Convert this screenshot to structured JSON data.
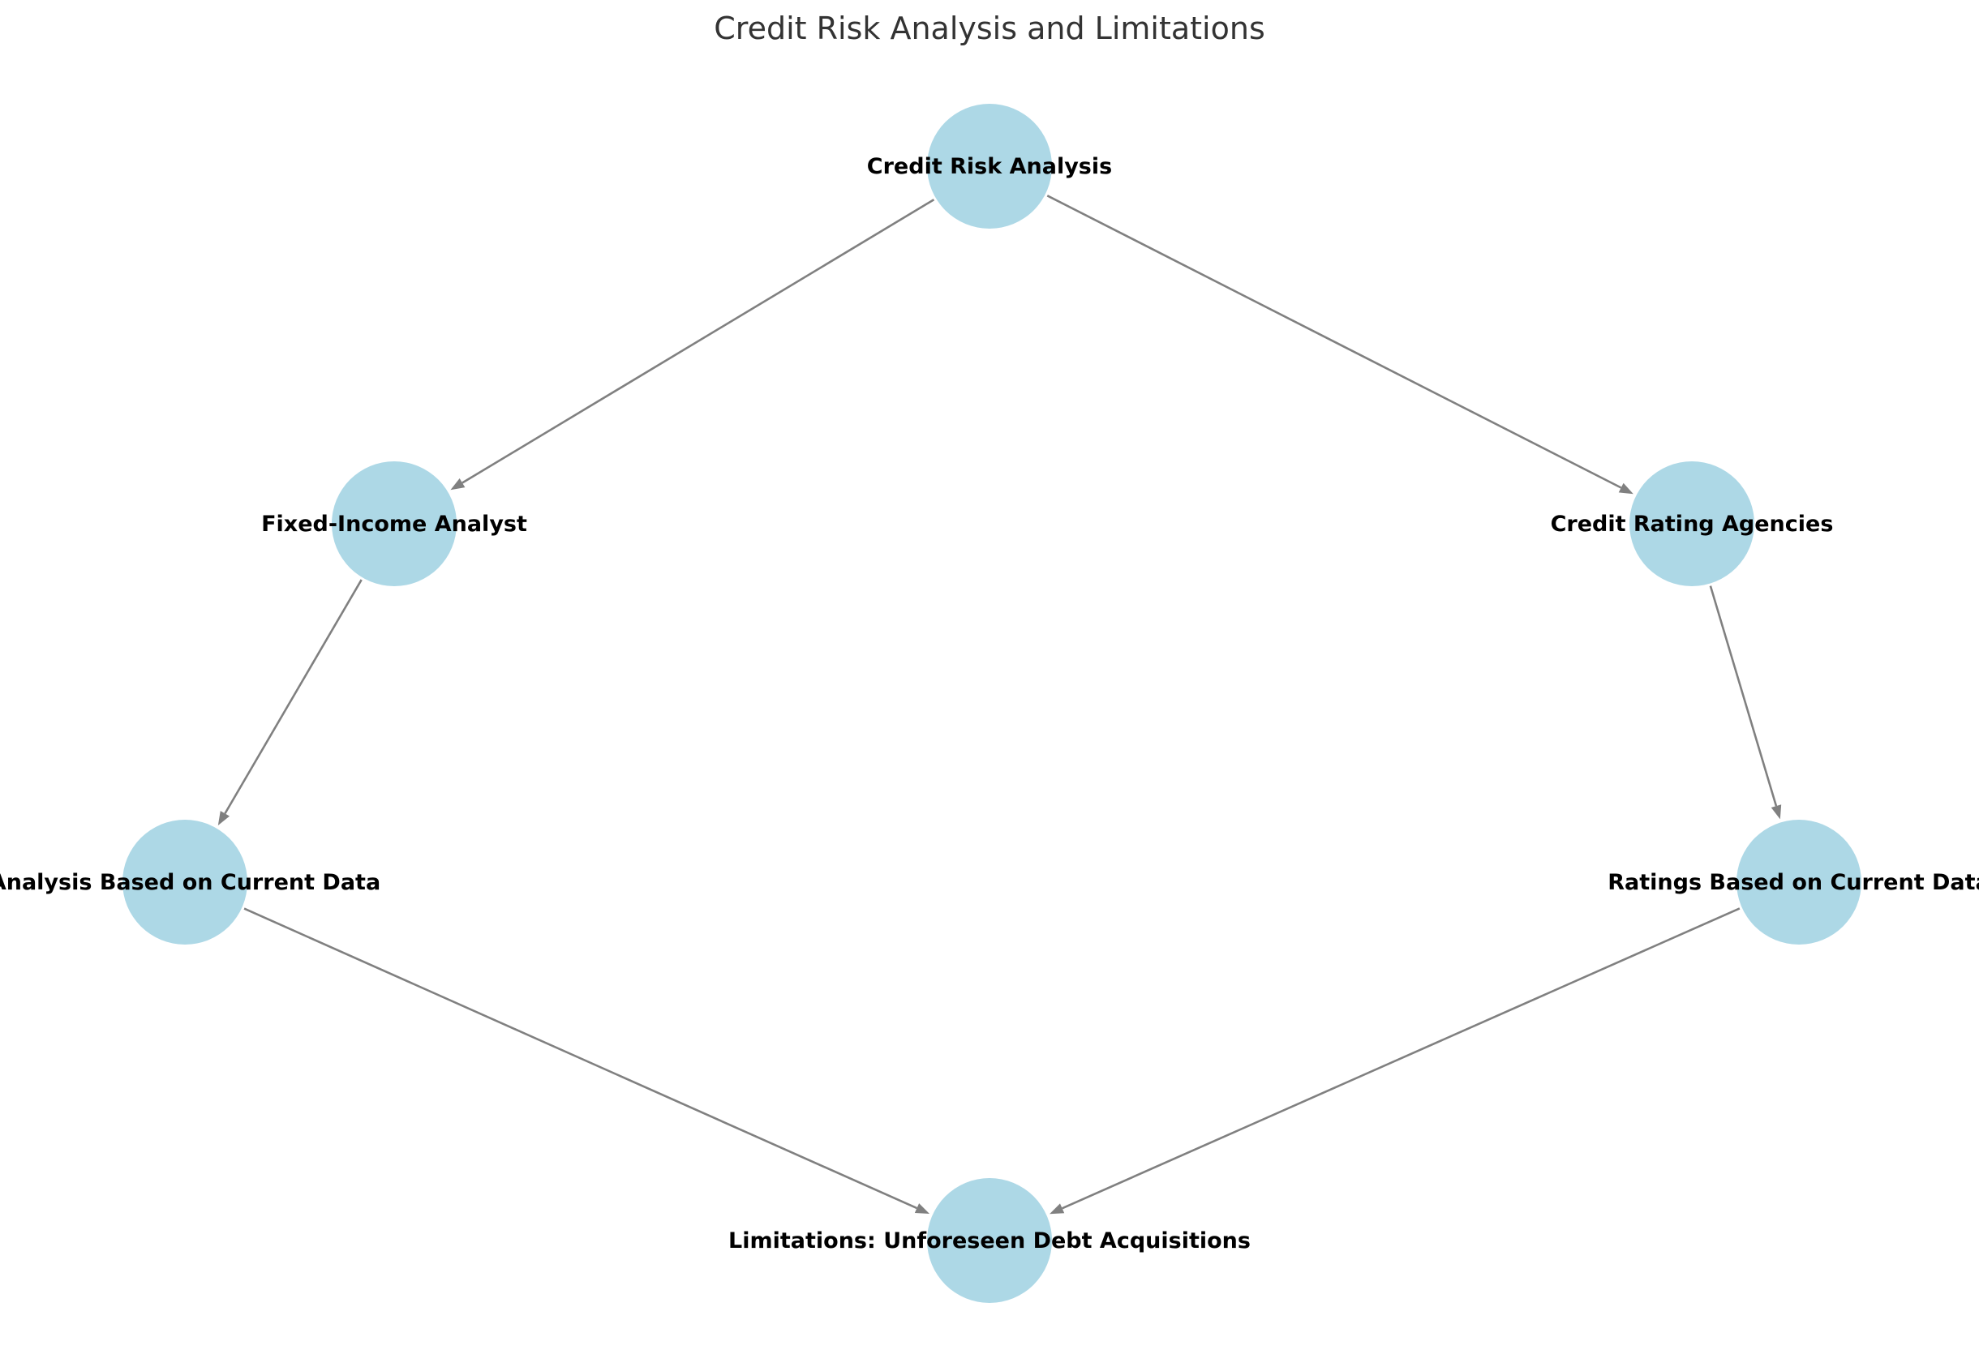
{
  "diagram": {
    "title": "Credit Risk Analysis and Limitations",
    "colors": {
      "node_fill": "#add8e6",
      "edge": "#808080",
      "label": "#000000",
      "title": "#333333"
    },
    "nodes": [
      {
        "id": "credit-risk-analysis",
        "label": "Credit Risk Analysis"
      },
      {
        "id": "fixed-income-analyst",
        "label": "Fixed-Income Analyst"
      },
      {
        "id": "credit-rating-agencies",
        "label": "Credit Rating Agencies"
      },
      {
        "id": "analysis-current-data",
        "label": "Analysis Based on Current Data"
      },
      {
        "id": "ratings-current-data",
        "label": "Ratings Based on Current Data"
      },
      {
        "id": "limitations",
        "label": "Limitations: Unforeseen Debt Acquisitions"
      }
    ],
    "edges": [
      {
        "from": "credit-risk-analysis",
        "to": "fixed-income-analyst"
      },
      {
        "from": "credit-risk-analysis",
        "to": "credit-rating-agencies"
      },
      {
        "from": "fixed-income-analyst",
        "to": "analysis-current-data"
      },
      {
        "from": "credit-rating-agencies",
        "to": "ratings-current-data"
      },
      {
        "from": "analysis-current-data",
        "to": "limitations"
      },
      {
        "from": "ratings-current-data",
        "to": "limitations"
      }
    ]
  }
}
